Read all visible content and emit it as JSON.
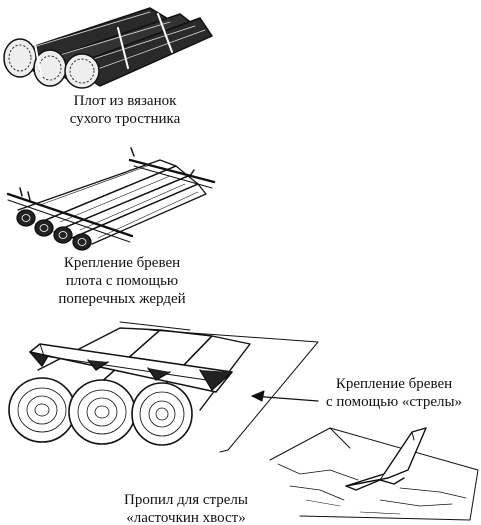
{
  "figures": [
    {
      "id": "reed-raft",
      "caption": [
        "Плот из вязанок",
        "сухого тростника"
      ]
    },
    {
      "id": "log-raft-crossbars",
      "caption": [
        "Крепление бревен",
        "плота с помощью",
        "поперечных жердей"
      ]
    },
    {
      "id": "log-arrow-fastening",
      "caption": [
        "Крепление бревен",
        "с помощью «стрелы»"
      ]
    },
    {
      "id": "dovetail-cut",
      "caption": [
        "Пропил для стрелы",
        "«ласточкин хвост»"
      ]
    }
  ],
  "colors": {
    "ink": "#111111",
    "paper": "#ffffff"
  }
}
